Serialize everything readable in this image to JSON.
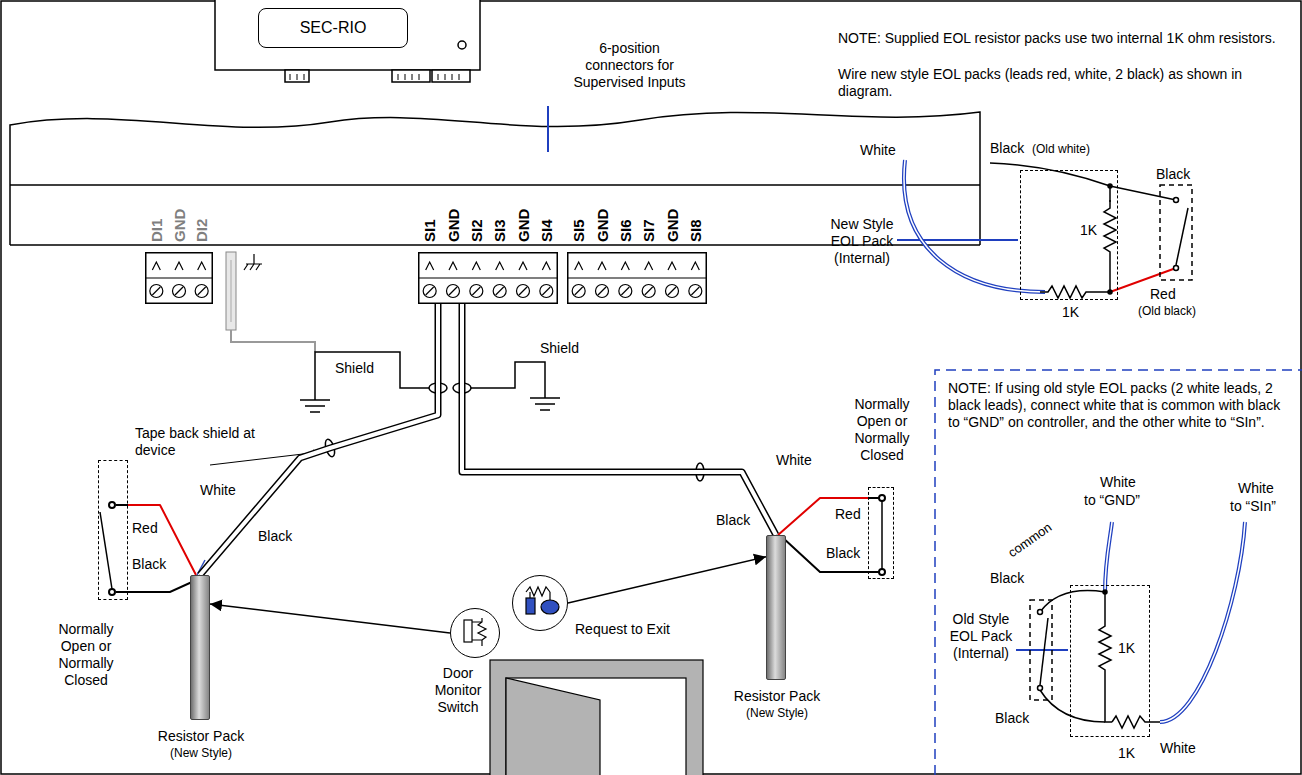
{
  "diagram": {
    "nodes": [
      {
        "text": [
          "SEC-RIO"
        ]
      },
      {
        "text": [
          "DI1",
          "GND",
          "DI2"
        ]
      },
      {
        "text": [
          "SI1",
          "GND",
          "SI2",
          "SI3",
          "GND",
          "SI4"
        ]
      },
      {
        "text": [
          "SI5",
          "GND",
          "SI6",
          "SI7",
          "GND",
          "SI8"
        ]
      },
      {
        "text": [
          "Resistor Pack",
          "(New Style)"
        ]
      },
      {
        "text": [
          "Resistor Pack",
          "(New Style)"
        ]
      },
      {
        "text": [
          "Door Monitor Switch"
        ]
      },
      {
        "text": [
          "Request to Exit"
        ]
      },
      {
        "text": [
          "Normally Open or Normally Closed"
        ]
      },
      {
        "text": [
          "Normally Open or Normally Closed"
        ]
      },
      {
        "text": [
          "New Style EOL Pack (Internal)"
        ]
      },
      {
        "text": [
          "Old Style EOL Pack (Internal)"
        ]
      }
    ],
    "edges": [
      {
        "from": 2,
        "to": 4,
        "arrow": "none"
      },
      {
        "from": 2,
        "to": 5,
        "arrow": "none"
      },
      {
        "from": 6,
        "to": 4,
        "arrow": "to"
      },
      {
        "from": 7,
        "to": 5,
        "arrow": "to"
      },
      {
        "from": 4,
        "to": 8,
        "arrow": "none"
      },
      {
        "from": 5,
        "to": 9,
        "arrow": "none"
      }
    ],
    "labels": [
      "6-position connectors for Supervised Inputs",
      "NOTE: Supplied EOL resistor packs use two internal 1K ohm resistors.",
      "Wire new style EOL packs (leads red, white, 2 black) as shown in diagram.",
      "White",
      "Black",
      "(Old white)",
      "Black",
      "1K",
      "Red",
      "(Old black)",
      "1K",
      "Shield",
      "Shield",
      "Tape back shield at device",
      "White",
      "Red",
      "Black",
      "Black",
      "White",
      "Red",
      "Black",
      "Black",
      "NOTE: If using old style EOL packs (2 white leads, 2 black leads), connect white that is common with black to “GND” on controller, and the other white to “SIn”.",
      "common",
      "Black",
      "White",
      "to “GND”",
      "White",
      "to “SIn”",
      "1K",
      "Black",
      "White",
      "1K"
    ]
  }
}
